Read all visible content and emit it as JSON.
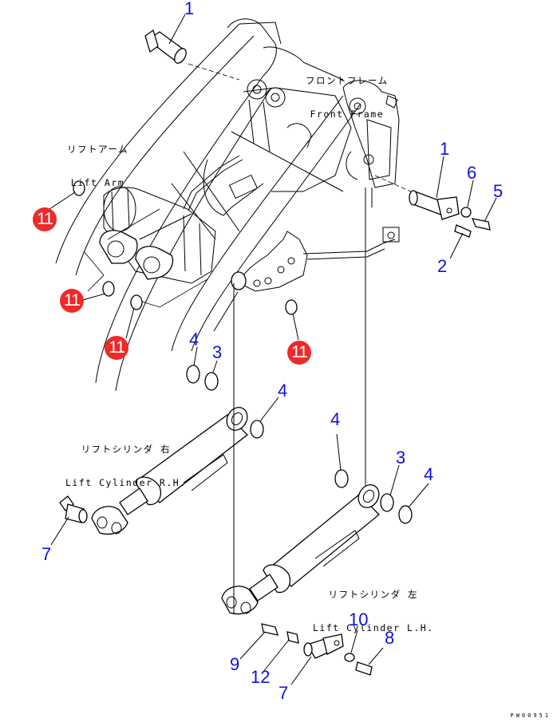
{
  "diagram": {
    "title": "Lift Arm / Lift Cylinder parts diagram",
    "drawing_code": "PW00951",
    "assembly_labels": [
      {
        "id": "front-frame",
        "jp": "フロントフレーム",
        "en": "Front Frame"
      },
      {
        "id": "lift-arm",
        "jp": "リフトアーム",
        "en": "Lift Arm"
      },
      {
        "id": "lift-cylinder-rh",
        "jp": "リフトシリンダ 右",
        "en": "Lift Cylinder R.H."
      },
      {
        "id": "lift-cylinder-lh",
        "jp": "リフトシリンダ 左",
        "en": "Lift Cylinder L.H."
      }
    ],
    "callouts": [
      {
        "number": "1",
        "part": "pin (lift arm top)",
        "style": "blue"
      },
      {
        "number": "1",
        "part": "pin (front frame right)",
        "style": "blue"
      },
      {
        "number": "6",
        "part": "washer",
        "style": "blue"
      },
      {
        "number": "5",
        "part": "bolt",
        "style": "blue"
      },
      {
        "number": "2",
        "part": "grease fitting",
        "style": "blue"
      },
      {
        "number": "4",
        "part": "shim",
        "style": "blue"
      },
      {
        "number": "3",
        "part": "shim",
        "style": "blue"
      },
      {
        "number": "4",
        "part": "shim",
        "style": "blue"
      },
      {
        "number": "4",
        "part": "shim",
        "style": "blue"
      },
      {
        "number": "3",
        "part": "shim",
        "style": "blue"
      },
      {
        "number": "4",
        "part": "shim",
        "style": "blue"
      },
      {
        "number": "7",
        "part": "pin (cylinder R.H.)",
        "style": "blue"
      },
      {
        "number": "10",
        "part": "washer",
        "style": "blue"
      },
      {
        "number": "8",
        "part": "bolt",
        "style": "blue"
      },
      {
        "number": "9",
        "part": "grease fitting",
        "style": "blue"
      },
      {
        "number": "12",
        "part": "adapter",
        "style": "blue"
      },
      {
        "number": "7",
        "part": "pin (cylinder L.H.)",
        "style": "blue"
      },
      {
        "number": "11",
        "part": "seal ring",
        "style": "red"
      },
      {
        "number": "11",
        "part": "seal ring",
        "style": "red"
      },
      {
        "number": "11",
        "part": "seal ring",
        "style": "red"
      },
      {
        "number": "11",
        "part": "seal ring",
        "style": "red"
      }
    ],
    "colors": {
      "callout_blue": "#1010e0",
      "callout_red": "#ee2a2a",
      "line": "#000000",
      "background": "#ffffff"
    }
  }
}
